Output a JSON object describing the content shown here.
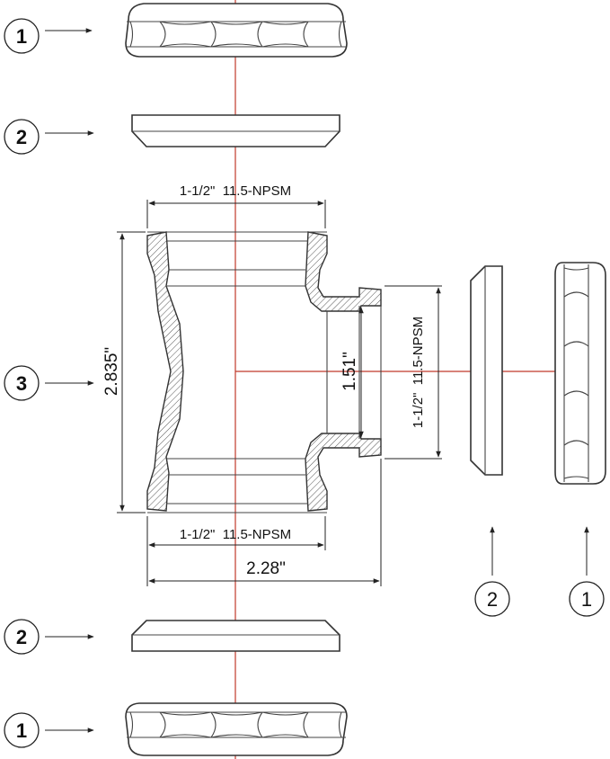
{
  "callouts": {
    "top_nut": "1",
    "top_washer": "2",
    "tee_body": "3",
    "bottom_washer": "2",
    "bottom_nut": "1",
    "side_washer": "2",
    "side_nut": "1"
  },
  "dimensions": {
    "top_thread": "1-1/2\"  11.5-NPSM",
    "bottom_thread": "1-1/2\"  11.5-NPSM",
    "side_thread": "1-1/2\"  11.5-NPSM",
    "height": "2.835\"",
    "width": "2.28\"",
    "branch_id": "1.51\""
  },
  "colors": {
    "centerline": "#c0392b",
    "outline": "#333333"
  }
}
